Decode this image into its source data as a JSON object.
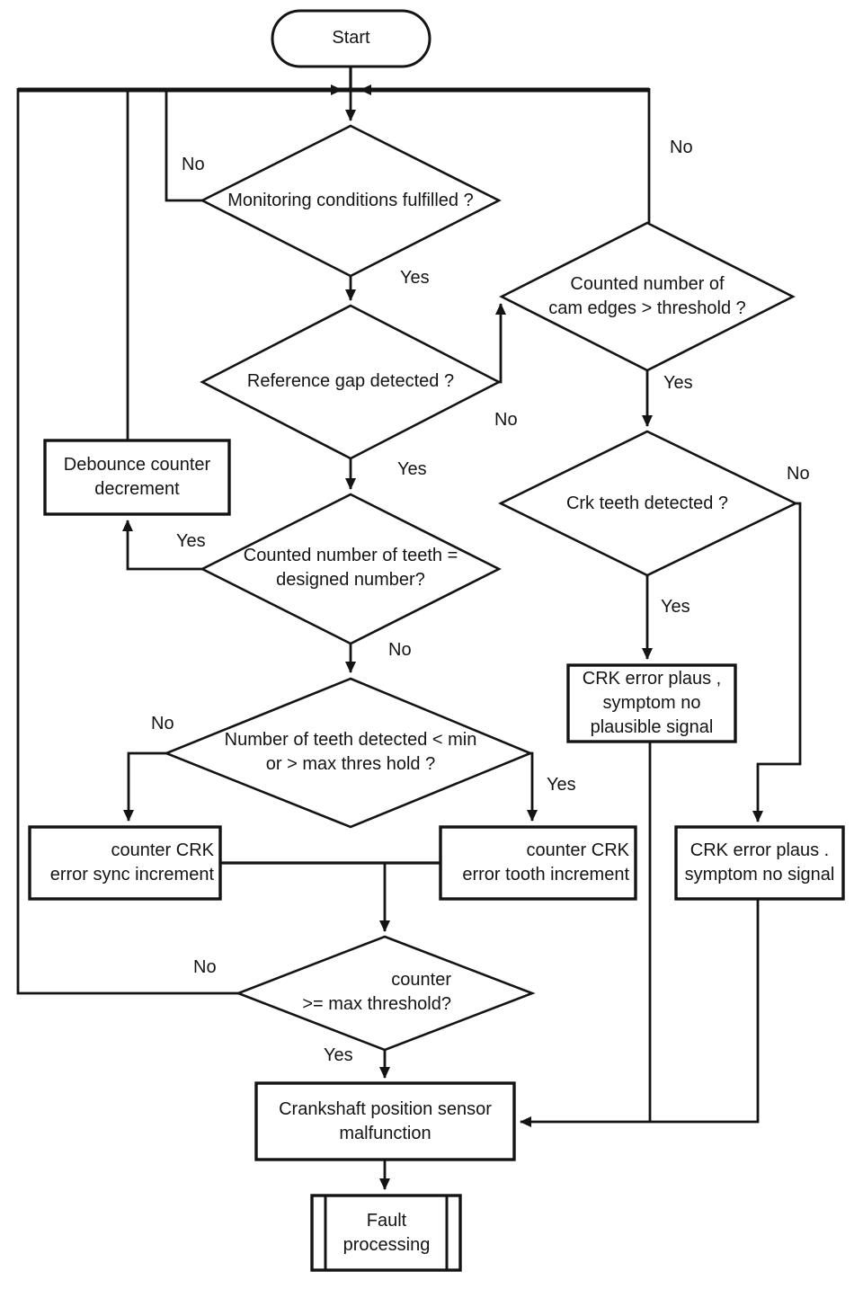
{
  "diagram": {
    "type": "flowchart",
    "background_color": "#ffffff",
    "line_color": "#141414",
    "text_color": "#141414"
  },
  "nodes": {
    "start": {
      "label": "Start",
      "shape": "terminator"
    },
    "monitoring": {
      "label": "Monitoring conditions fulfilled ?",
      "shape": "decision"
    },
    "cam_edges": {
      "label": "Counted number of\ncam edges > threshold ?",
      "shape": "decision"
    },
    "ref_gap": {
      "label": "Reference gap detected ?",
      "shape": "decision"
    },
    "debounce": {
      "label": "Debounce counter\ndecrement",
      "shape": "process"
    },
    "teeth_count": {
      "label": "Counted number of teeth =\ndesigned number?",
      "shape": "decision"
    },
    "crk_teeth": {
      "label": "Crk teeth detected ?",
      "shape": "decision"
    },
    "teeth_range": {
      "label": "Number of teeth detected < min\nor > max thres hold ?",
      "shape": "decision"
    },
    "crk_error_no_plausible": {
      "label": "CRK error plaus ,\nsymptom no\nplausible signal",
      "shape": "process"
    },
    "counter_sync": {
      "label": "counter CRK\nerror sync increment",
      "shape": "process"
    },
    "counter_tooth": {
      "label": "counter CRK\nerror tooth increment",
      "shape": "process"
    },
    "crk_error_no_signal": {
      "label": "CRK error plaus .\nsymptom no signal",
      "shape": "process"
    },
    "counter_max": {
      "label": "counter\n>= max threshold?",
      "shape": "decision"
    },
    "crank_malfunction": {
      "label": "Crankshaft position sensor\nmalfunction",
      "shape": "process"
    },
    "fault_processing": {
      "label": "Fault\nprocessing",
      "shape": "predefined-process"
    }
  },
  "edge_labels": {
    "monitoring_no": "No",
    "monitoring_yes": "Yes",
    "cam_edges_no": "No",
    "cam_edges_yes": "Yes",
    "ref_gap_no": "No",
    "ref_gap_yes": "Yes",
    "crk_teeth_no": "No",
    "crk_teeth_yes": "Yes",
    "teeth_count_yes": "Yes",
    "teeth_count_no": "No",
    "teeth_range_no": "No",
    "teeth_range_yes": "Yes",
    "counter_max_no": "No",
    "counter_max_yes": "Yes"
  }
}
